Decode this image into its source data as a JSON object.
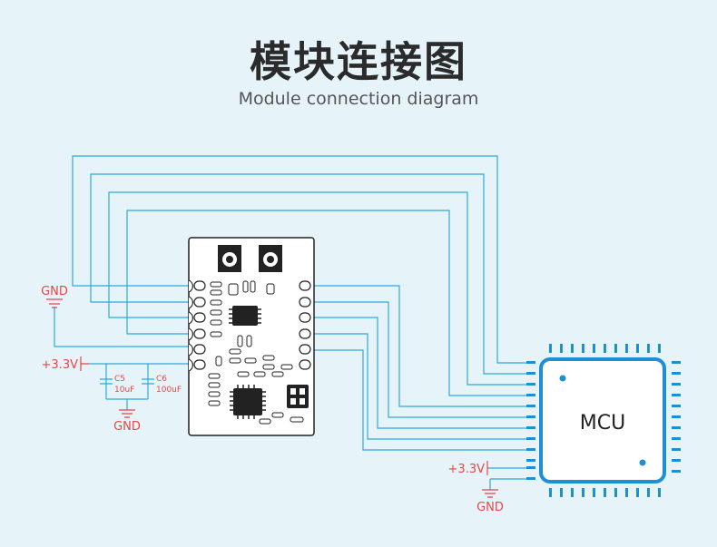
{
  "title": "模块连接图",
  "subtitle": "Module connection diagram",
  "labels": {
    "gnd_left": "GND",
    "vcc_left": "+3.3V",
    "cap1_name": "C5",
    "cap1_value": "10uF",
    "cap2_name": "C6",
    "cap2_value": "100uF",
    "gnd_caps": "GND",
    "vcc_right": "+3.3V",
    "gnd_right": "GND",
    "mcu": "MCU"
  },
  "colors": {
    "wire": "#2fa9d9",
    "power": "#e84545",
    "chip_blue": "#1e8fd5",
    "background": "#e6f4fa"
  }
}
